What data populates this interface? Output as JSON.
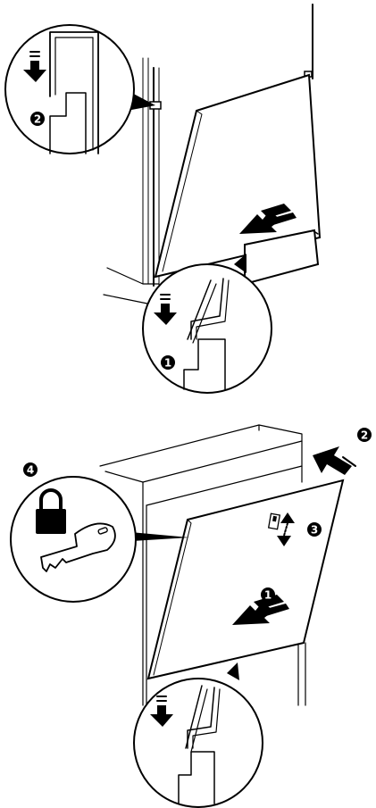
{
  "colors": {
    "ink": "#000000",
    "paper": "#ffffff"
  },
  "top_panel": {
    "badges": [
      "2",
      "1"
    ]
  },
  "bottom_panel": {
    "badges": [
      "4",
      "2",
      "3",
      "1"
    ],
    "icons": [
      "lock-icon",
      "key-icon",
      "slider-switch-icon"
    ]
  }
}
